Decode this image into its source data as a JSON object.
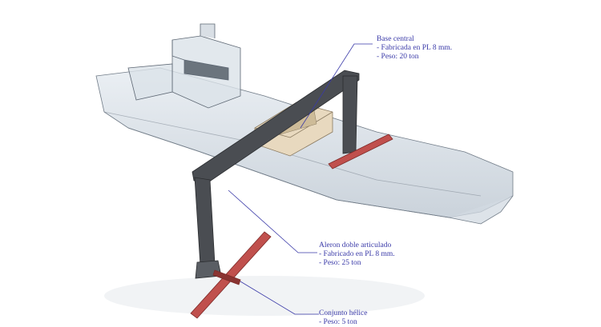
{
  "annotations": {
    "base_central": {
      "title": "Base central",
      "lines": [
        "- Fabricada en PL 8 mm.",
        "- Peso: 20 ton"
      ]
    },
    "aleron": {
      "title": "Aleron doble articulado",
      "lines": [
        "- Fabricado en PL 8 mm.",
        "- Peso: 25 ton"
      ]
    },
    "helice": {
      "title": "Conjunto hélice",
      "lines": [
        "- Peso: 5 ton"
      ]
    }
  },
  "colors": {
    "label": "#3a3aa8",
    "leader": "#3a3aa8",
    "hull": "#c9d3dc",
    "steel": "#4a4d52",
    "blade": "#c0504d",
    "base": "#e8d9bf"
  }
}
